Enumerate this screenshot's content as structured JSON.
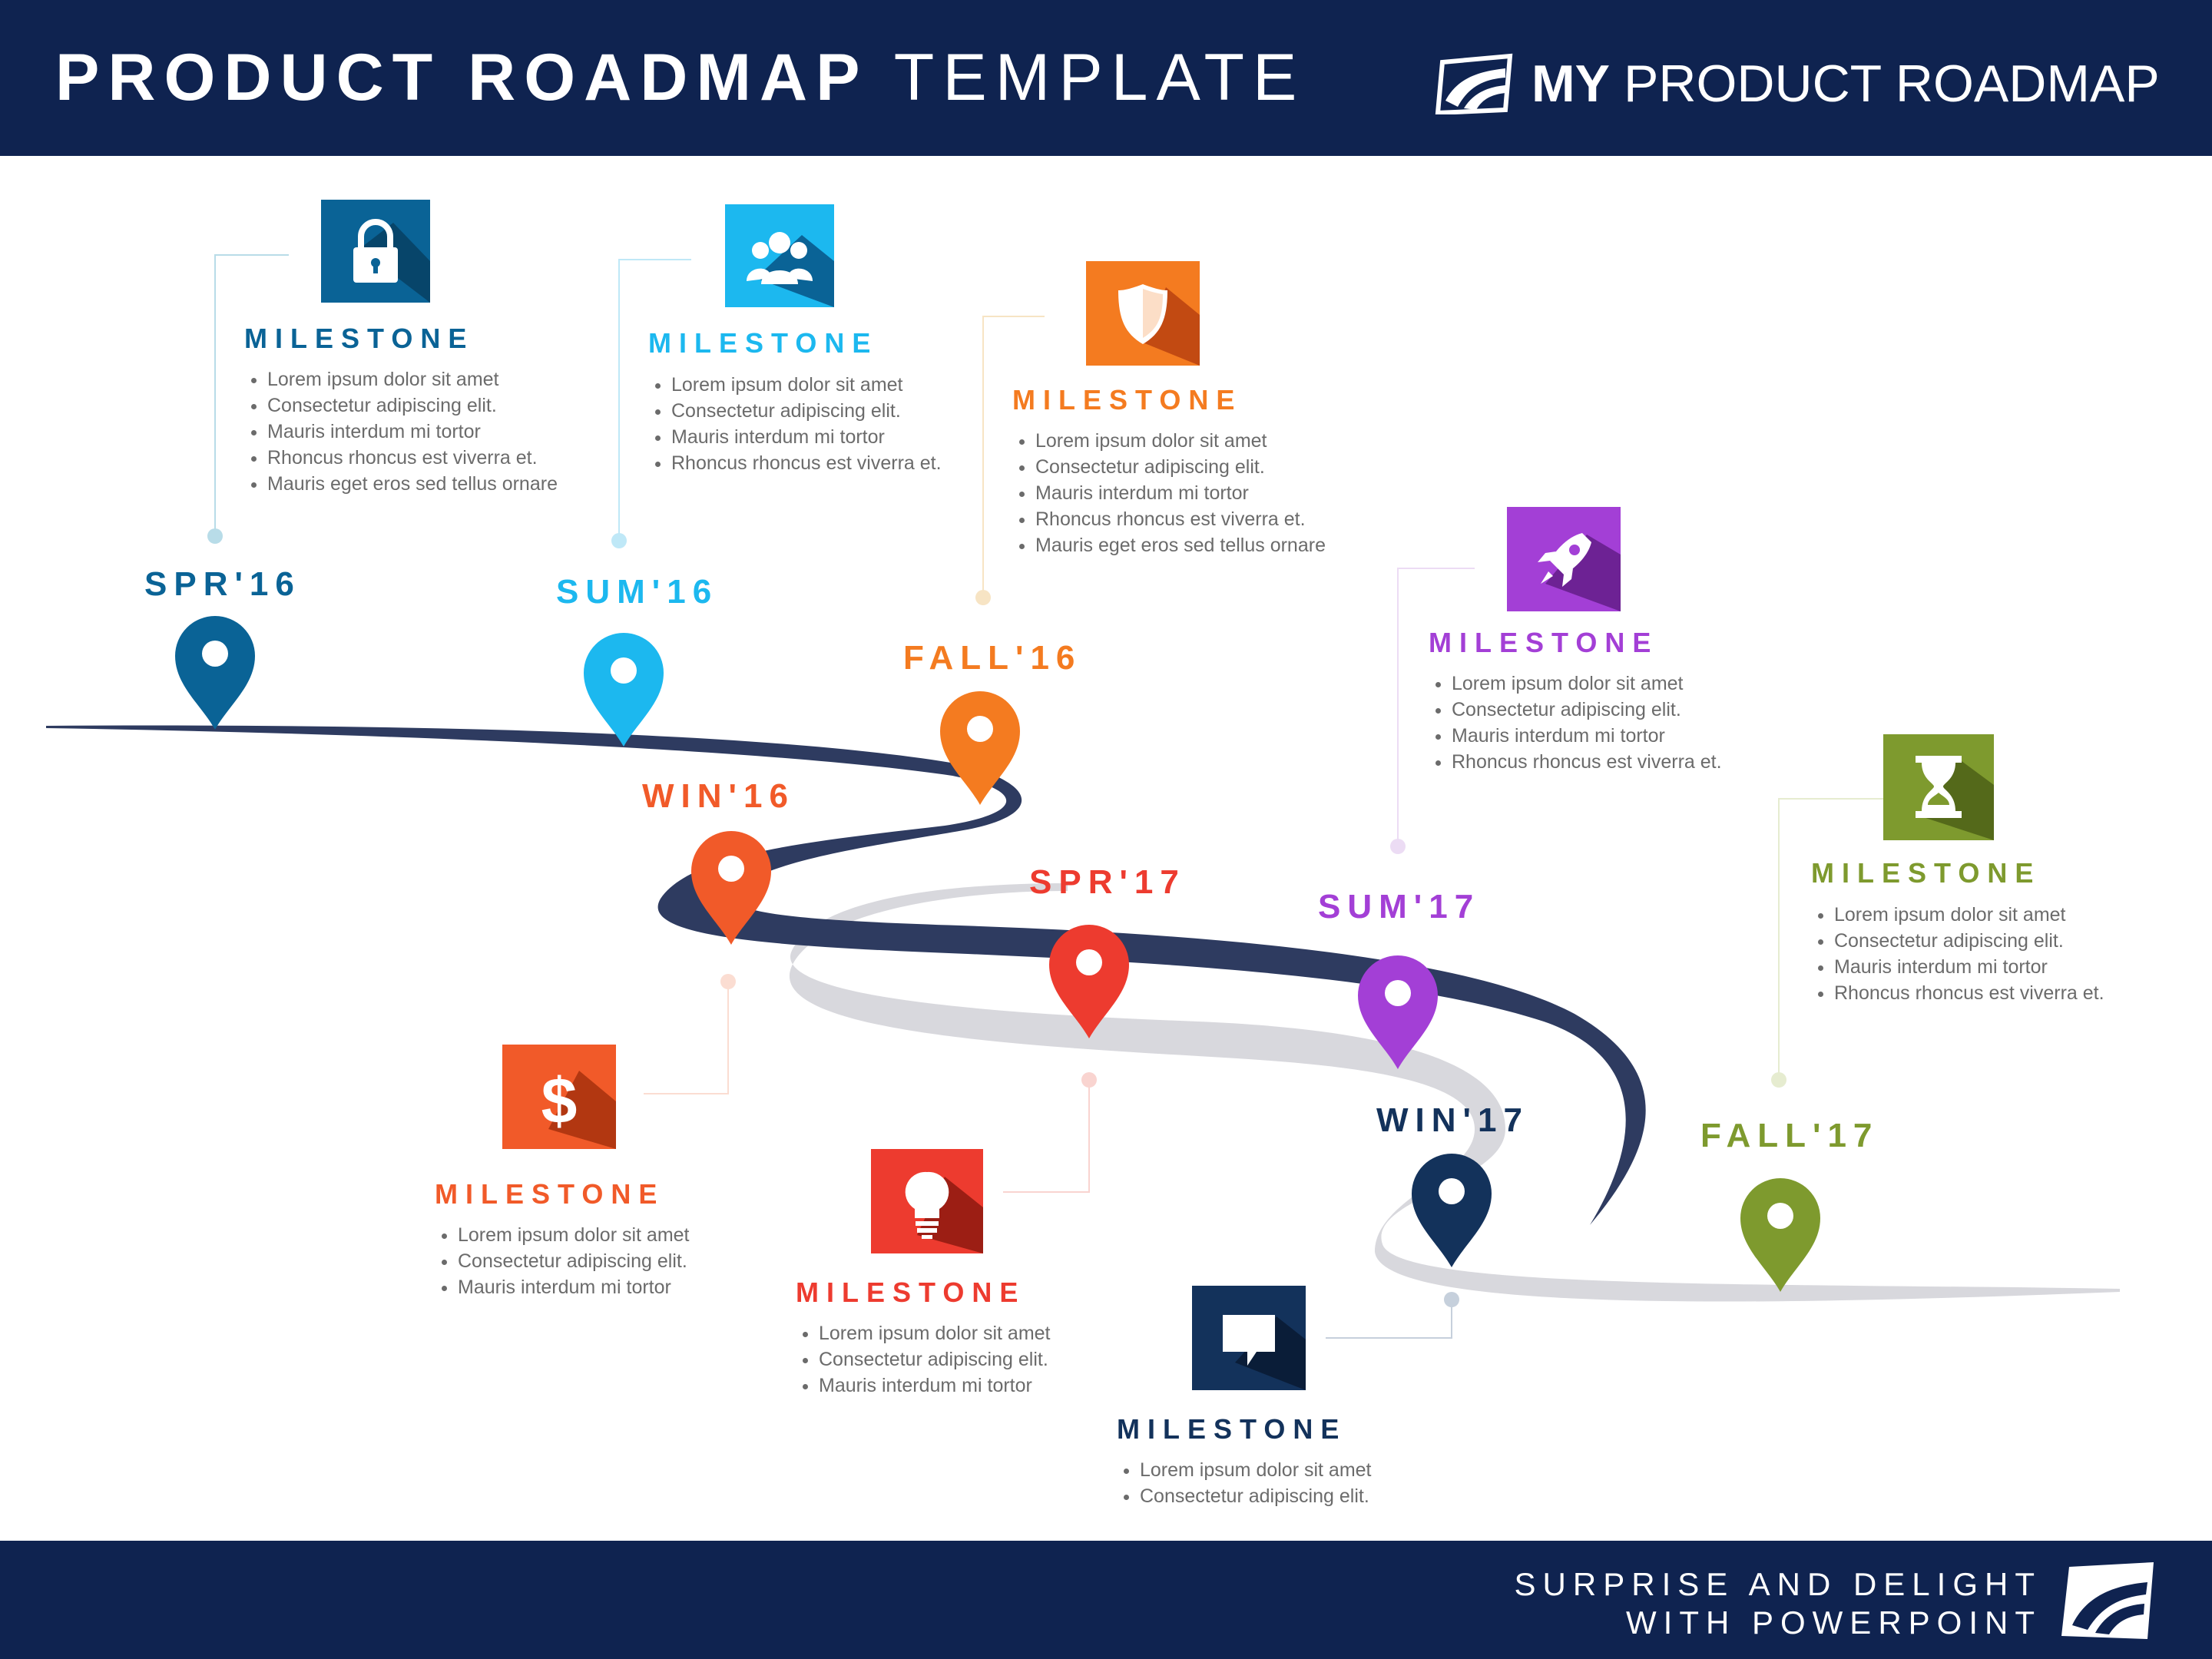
{
  "header": {
    "title_bold": "PRODUCT ROADMAP",
    "title_light": "TEMPLATE",
    "brand_my": "MY",
    "brand_rest": "PRODUCT  ROADMAP"
  },
  "footer": {
    "tagline_line1": "SURPRISE AND DELIGHT",
    "tagline_line2": "WITH POWERPOINT"
  },
  "colors": {
    "navy": "#0f2350",
    "road": "#2e3b60",
    "road_shadow": "#d8d8dd",
    "spr16": "#0a6396",
    "sum16": "#1cb8ef",
    "fall16": "#f47b20",
    "win16": "#f15a29",
    "spr17": "#ed3b2f",
    "sum17": "#a33fd6",
    "win17": "#13325b",
    "fall17": "#7e9a2e"
  },
  "seasons": {
    "spr16": "SPR'16",
    "sum16": "SUM'16",
    "fall16": "FALL'16",
    "win16": "WIN'16",
    "spr17": "SPR'17",
    "sum17": "SUM'17",
    "win17": "WIN'17",
    "fall17": "FALL'17"
  },
  "milestones": {
    "spr16": {
      "icon": "lock-icon",
      "title": "MILESTONE",
      "items": [
        "Lorem ipsum dolor sit amet",
        "Consectetur adipiscing elit.",
        "Mauris interdum mi tortor",
        "Rhoncus rhoncus est viverra et.",
        "Mauris eget eros sed tellus ornare"
      ]
    },
    "sum16": {
      "icon": "users-icon",
      "title": "MILESTONE",
      "items": [
        "Lorem ipsum dolor sit amet",
        "Consectetur adipiscing elit.",
        "Mauris interdum mi tortor",
        "Rhoncus rhoncus est viverra et."
      ]
    },
    "fall16": {
      "icon": "shield-icon",
      "title": "MILESTONE",
      "items": [
        "Lorem ipsum dolor sit amet",
        "Consectetur adipiscing elit.",
        "Mauris interdum mi tortor",
        "Rhoncus rhoncus est viverra et.",
        "Mauris eget eros sed tellus ornare"
      ]
    },
    "sum17": {
      "icon": "rocket-icon",
      "title": "MILESTONE",
      "items": [
        "Lorem ipsum dolor sit amet",
        "Consectetur adipiscing elit.",
        "Mauris interdum mi tortor",
        "Rhoncus rhoncus est viverra et."
      ]
    },
    "fall17": {
      "icon": "hourglass-icon",
      "title": "MILESTONE",
      "items": [
        "Lorem ipsum dolor sit amet",
        "Consectetur adipiscing elit.",
        "Mauris interdum mi tortor",
        "Rhoncus rhoncus est viverra et."
      ]
    },
    "win16": {
      "icon": "dollar-icon",
      "title": "MILESTONE",
      "items": [
        "Lorem ipsum dolor sit amet",
        "Consectetur adipiscing elit.",
        "Mauris interdum mi tortor"
      ]
    },
    "spr17": {
      "icon": "lightbulb-icon",
      "title": "MILESTONE",
      "items": [
        "Lorem ipsum dolor sit amet",
        "Consectetur adipiscing elit.",
        "Mauris interdum mi tortor"
      ]
    },
    "win17": {
      "icon": "speech-bubble-icon",
      "title": "MILESTONE",
      "items": [
        "Lorem ipsum dolor sit amet",
        "Consectetur adipiscing elit."
      ]
    }
  }
}
